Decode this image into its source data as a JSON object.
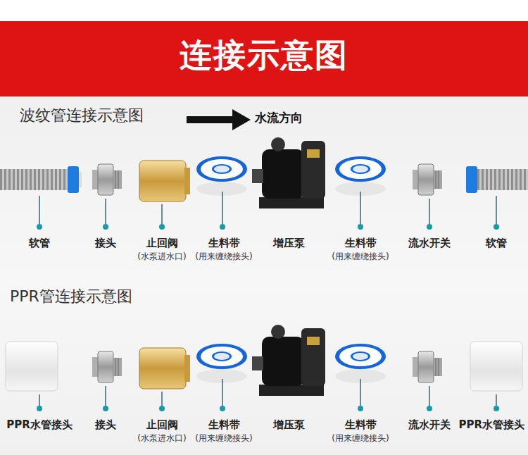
{
  "diagram": {
    "title": "连接示意图",
    "labels": [
      "波纹管连接示意图",
      "水流方向",
      "软管",
      "接头",
      "止回阀",
      "(水泵进水口)",
      "生料带",
      "(用来缠绕接头)",
      "增压泵",
      "生料带",
      "(用来缠绕接头)",
      "流水开关",
      "软管",
      "PPR管连接示意图",
      "PPR水管接头",
      "接头",
      "止回阀",
      "(水泵进水口)",
      "生料带",
      "(用来缠绕接头)",
      "增压泵",
      "生料带",
      "(用来缠绕接头)",
      "流水开关",
      "PPR水管接头"
    ]
  }
}
